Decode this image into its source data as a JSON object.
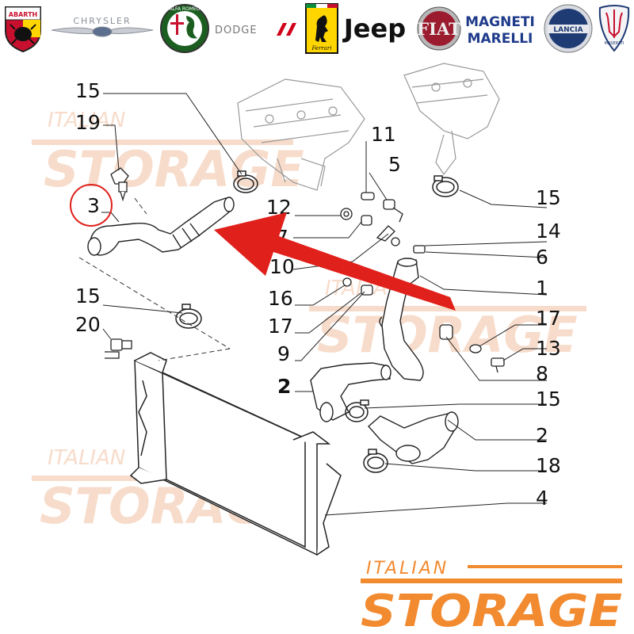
{
  "brands": [
    {
      "name": "ABARTH",
      "label": "ABARTH",
      "icon": "abarth-logo-icon",
      "color": "#c8102e"
    },
    {
      "name": "CHRYSLER",
      "label": "CHRYSLER",
      "icon": "chrysler-logo-icon",
      "color": "#8a8f99"
    },
    {
      "name": "ALFA ROMEO",
      "label": "ALFA ROMEO",
      "icon": "alfa-romeo-logo-icon",
      "color": "#1b5e20"
    },
    {
      "name": "DODGE",
      "label": "DODGE",
      "icon": "dodge-logo-icon",
      "color": "#d0021b"
    },
    {
      "name": "Ferrari",
      "label": "Ferrari",
      "icon": "ferrari-logo-icon",
      "color": "#ffd600"
    },
    {
      "name": "Jeep",
      "label": "Jeep",
      "icon": "jeep-logo-icon",
      "color": "#111111"
    },
    {
      "name": "FIAT",
      "label": "FIAT",
      "icon": "fiat-logo-icon",
      "color": "#9b1c2e"
    },
    {
      "name": "MAGNETI MARELLI",
      "label_line1": "MAGNETI",
      "label_line2": "MARELLI",
      "icon": "magneti-marelli-logo-icon",
      "color": "#1e3a8a"
    },
    {
      "name": "LANCIA",
      "label": "LANCIA",
      "icon": "lancia-logo-icon",
      "color": "#1f3b73"
    },
    {
      "name": "MASERATI",
      "label": "MASERATI",
      "icon": "maserati-logo-icon",
      "color": "#1f3b73"
    }
  ],
  "watermark": {
    "line1": "ITALIAN",
    "line2": "STORAGE",
    "color": "#f5d3bd"
  },
  "footer_logo": {
    "line1": "ITALIAN",
    "line2": "STORAGE",
    "color": "#f28a30"
  },
  "highlight": {
    "part_number": "3",
    "color": "#e0201b"
  },
  "callouts": {
    "c15a": "15",
    "c19": "19",
    "c3": "3",
    "c11": "11",
    "c5": "5",
    "c15b": "15",
    "c12": "12",
    "c7": "7",
    "c14": "14",
    "c10": "10",
    "c6": "6",
    "c16": "16",
    "c1": "1",
    "c15c": "15",
    "c17a": "17",
    "c17b": "17",
    "c20": "20",
    "c13": "13",
    "c9": "9",
    "c8": "8",
    "c2a": "2",
    "c15d": "15",
    "c2b": "2",
    "c18": "18",
    "c4": "4"
  }
}
